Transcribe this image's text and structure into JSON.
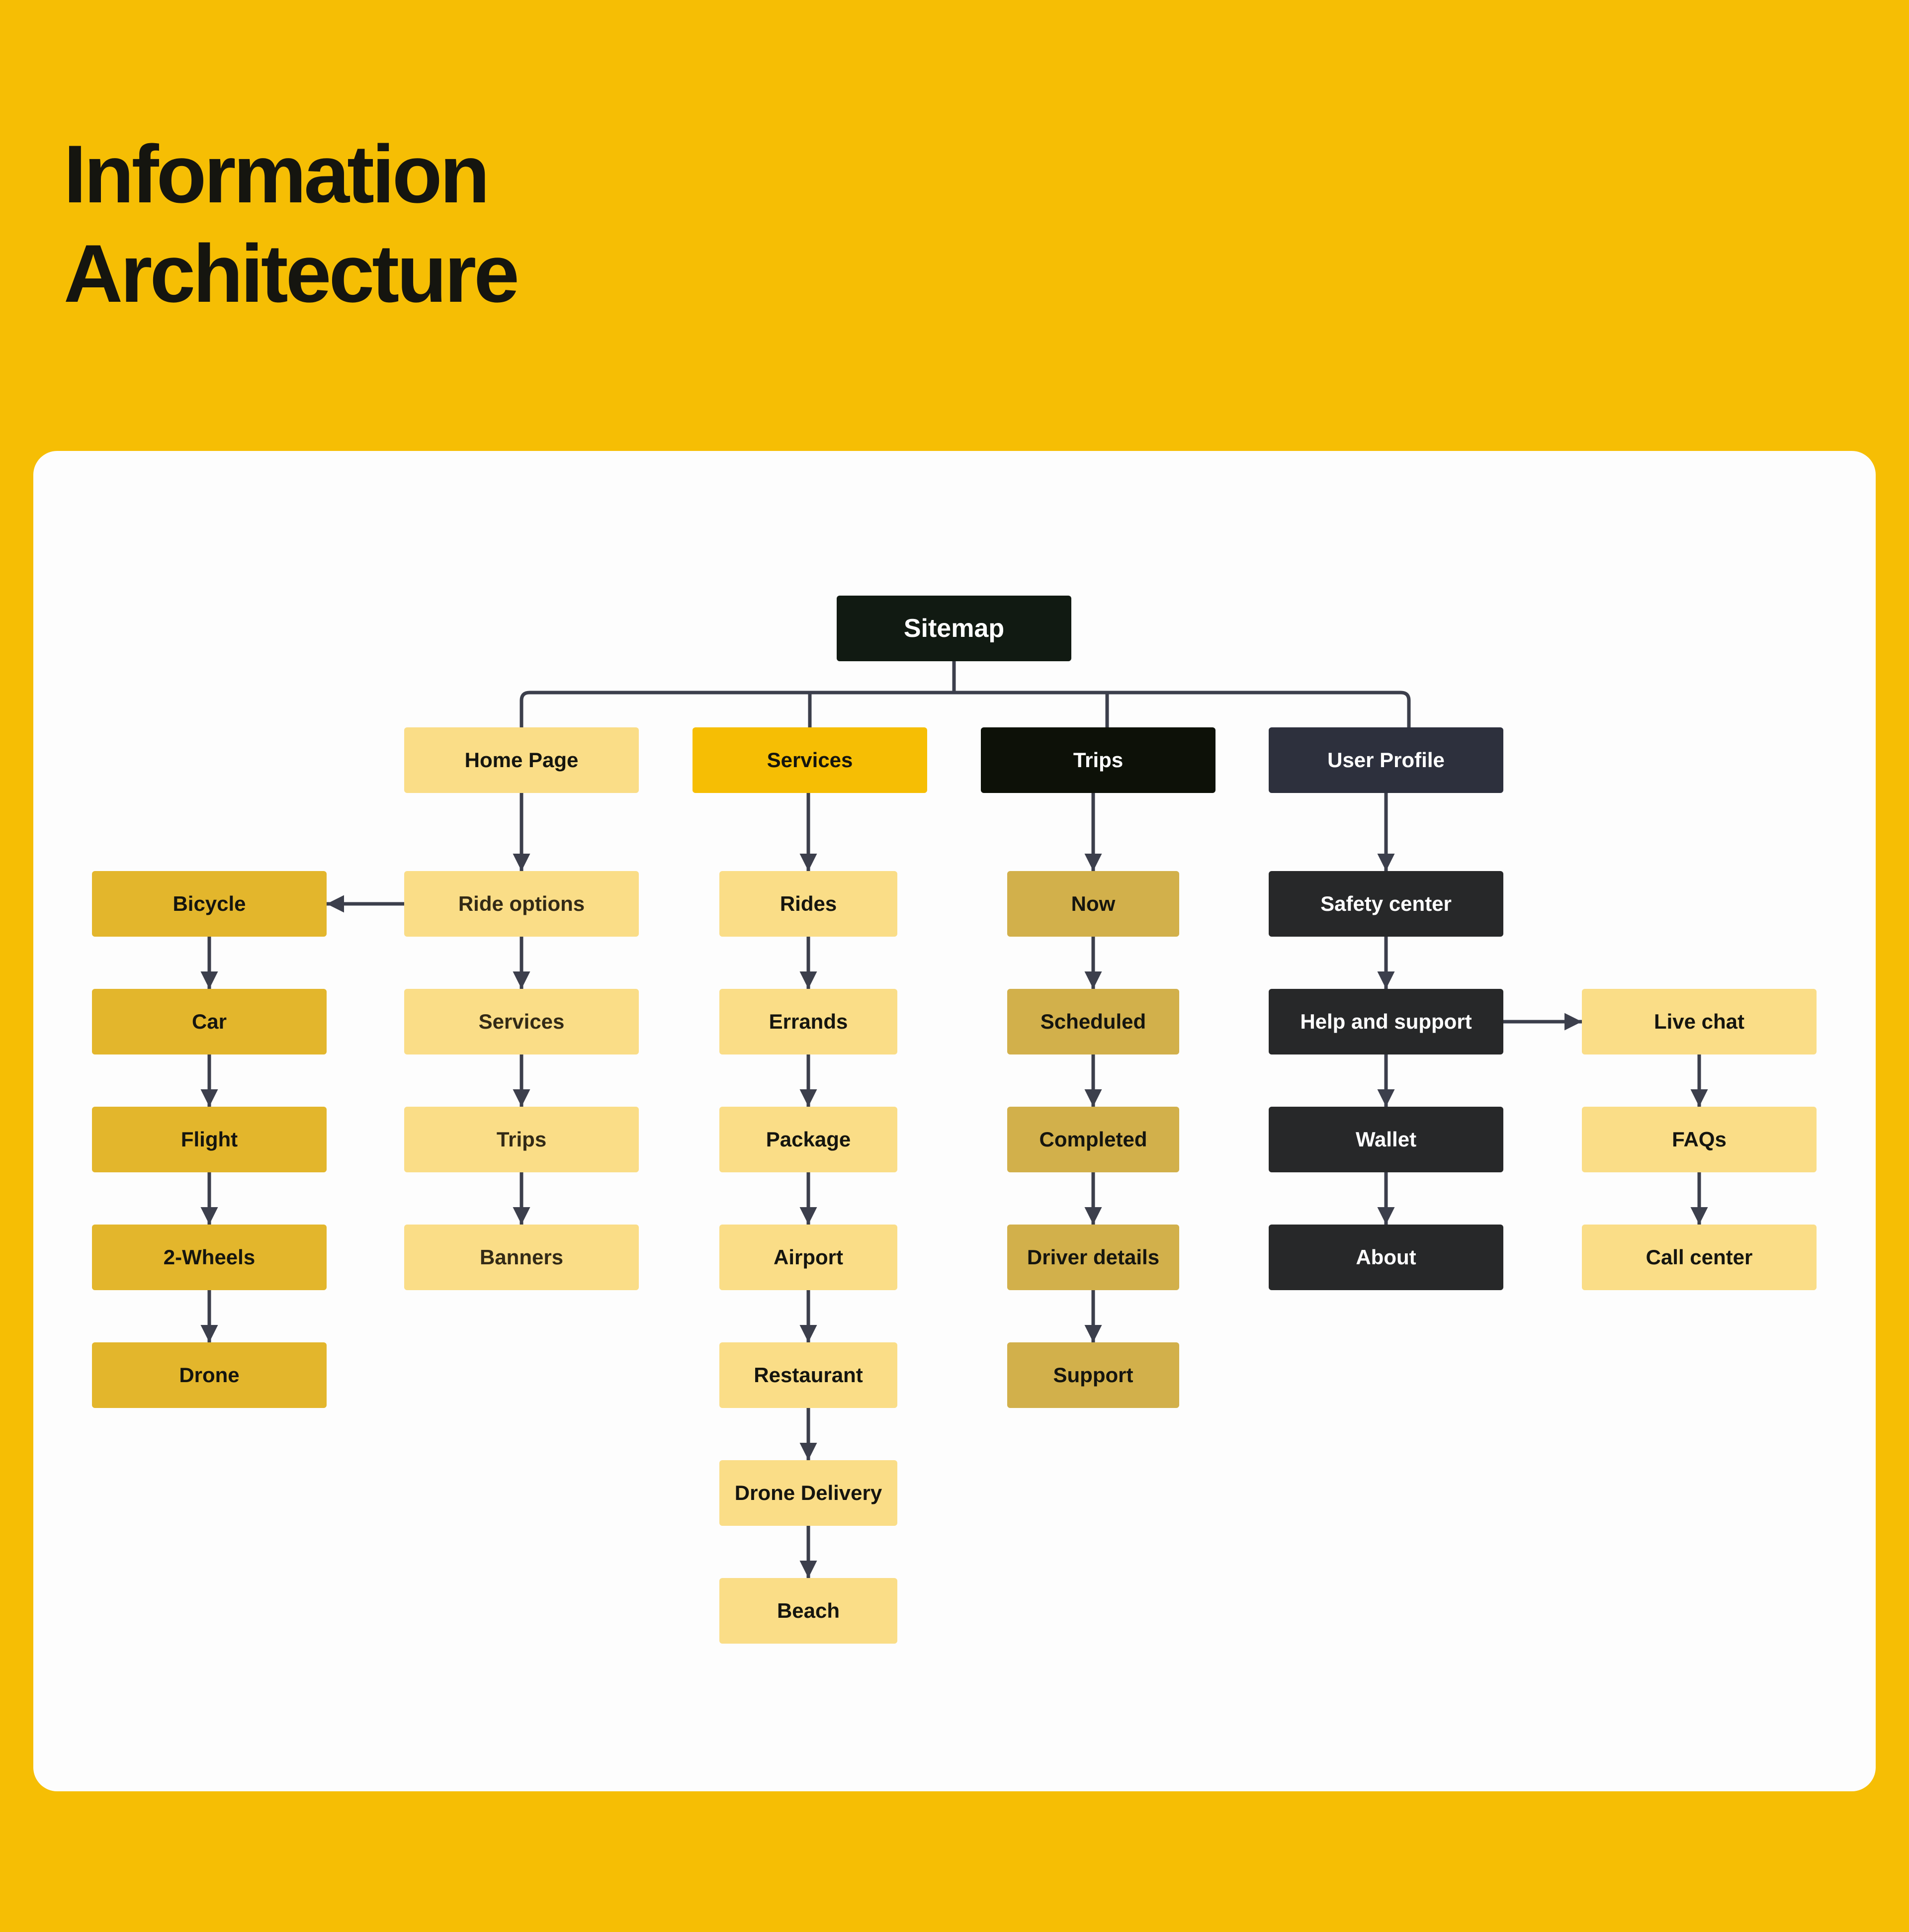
{
  "title": {
    "line1": "Information",
    "line2": "Architecture"
  },
  "colors": {
    "background": "#F6BE04",
    "card": "#FDFDFD",
    "connector": "#3C3F4C",
    "root": "#111A12",
    "light_yellow": "#FADD87",
    "dark_yellow": "#E3B62C",
    "brand_yellow": "#F6BE04",
    "muted_gold": "#D2B04B",
    "black": "#0D1108",
    "slate": "#2D303D",
    "charcoal": "#272829"
  },
  "sitemap": {
    "root": "Sitemap",
    "branches": [
      {
        "label": "Home Page",
        "children": [
          "Ride options",
          "Services",
          "Trips",
          "Banners"
        ],
        "side": {
          "from": "Ride options",
          "direction": "left",
          "items": [
            "Bicycle",
            "Car",
            "Flight",
            "2-Wheels",
            "Drone"
          ]
        }
      },
      {
        "label": "Services",
        "children": [
          "Rides",
          "Errands",
          "Package",
          "Airport",
          "Restaurant",
          "Drone Delivery",
          "Beach"
        ]
      },
      {
        "label": "Trips",
        "children": [
          "Now",
          "Scheduled",
          "Completed",
          "Driver details",
          "Support"
        ]
      },
      {
        "label": "User Profile",
        "children": [
          "Safety center",
          "Help and support",
          "Wallet",
          "About"
        ],
        "side": {
          "from": "Help and support",
          "direction": "right",
          "items": [
            "Live chat",
            "FAQs",
            "Call center"
          ]
        }
      }
    ]
  }
}
